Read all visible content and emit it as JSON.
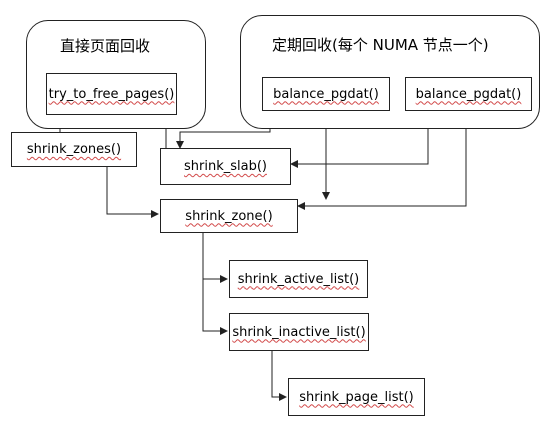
{
  "groups": {
    "direct": {
      "title": "直接页面回收"
    },
    "periodic": {
      "title": "定期回收(每个 NUMA 节点一个)"
    }
  },
  "nodes": {
    "try_to_free_pages": "try_to_free_pages()",
    "balance_pgdat_1": "balance_pgdat()",
    "balance_pgdat_2": "balance_pgdat()",
    "shrink_zones": "shrink_zones()",
    "shrink_slab": "shrink_slab()",
    "shrink_zone": "shrink_zone()",
    "shrink_active_list": "shrink_active_list()",
    "shrink_inactive_list": "shrink_inactive_list()",
    "shrink_page_list": "shrink_page_list()"
  },
  "colors": {
    "line": "#222222",
    "spellcheck_underline": "#d24a4a"
  }
}
